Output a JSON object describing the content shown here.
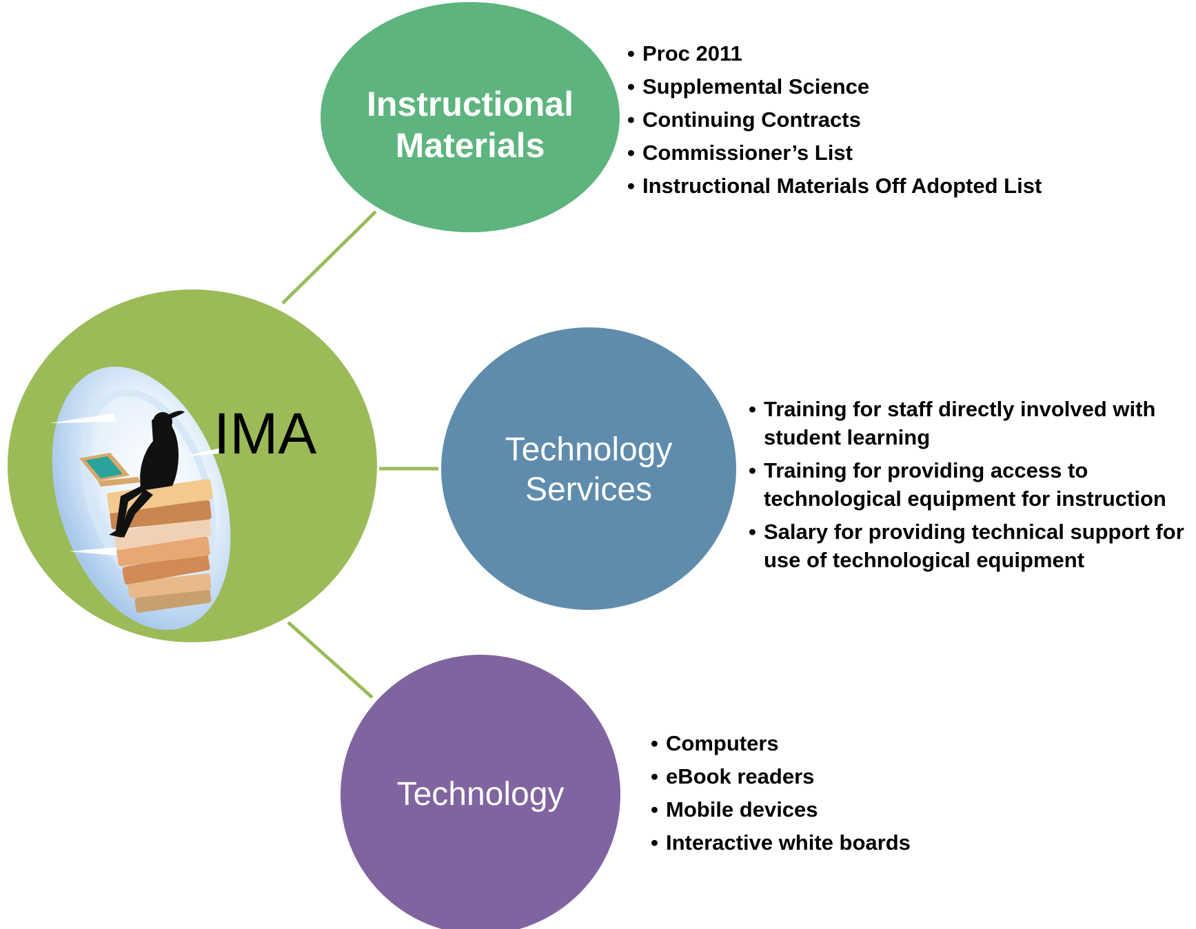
{
  "center": {
    "label": "IMA"
  },
  "nodes": [
    {
      "id": "instructional-materials",
      "label_lines": [
        "Instructional",
        "Materials"
      ],
      "color": "#5db47e",
      "bullets": [
        "Proc 2011",
        "Supplemental Science",
        "Continuing Contracts",
        "Commissioner’s List",
        "Instructional Materials Off Adopted List"
      ]
    },
    {
      "id": "technology-services",
      "label_lines": [
        "Technology",
        "Services"
      ],
      "color": "#5f8cad",
      "bullets": [
        "Training for staff directly involved with student learning",
        "Training for providing access to technological equipment for instruction",
        "Salary for providing technical support for use of technological equipment"
      ]
    },
    {
      "id": "technology",
      "label_lines": [
        "Technology"
      ],
      "color": "#8064a0",
      "bullets": [
        "Computers",
        "eBook readers",
        "Mobile devices",
        "Interactive white boards"
      ]
    }
  ],
  "colors": {
    "center_fill": "#9bbb59",
    "connector": "#9bbb59",
    "image_bg": "#bcd6f0"
  },
  "icons": {
    "center_image": "person-reading-laptop-on-books-icon"
  }
}
